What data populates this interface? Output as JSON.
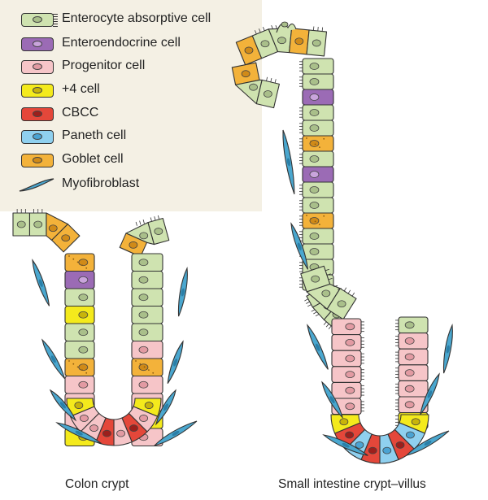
{
  "legend": {
    "items": [
      {
        "key": "enterocyte",
        "label": "Enterocyte absorptive cell",
        "color": "#cfe3b0",
        "nucleus": "#a9bf8a"
      },
      {
        "key": "enteroendocrine",
        "label": "Enteroendocrine cell",
        "color": "#9b6bb5",
        "nucleus": "#c9a4dc"
      },
      {
        "key": "progenitor",
        "label": "Progenitor cell",
        "color": "#f6c5c8",
        "nucleus": "#e29aa2"
      },
      {
        "key": "plus4",
        "label": "+4 cell",
        "color": "#f4ea1c",
        "nucleus": "#c8b40a"
      },
      {
        "key": "cbcc",
        "label": "CBCC",
        "color": "#e4473a",
        "nucleus": "#9c1f1c"
      },
      {
        "key": "paneth",
        "label": "Paneth cell",
        "color": "#8fd0ef",
        "nucleus": "#4aa3d3"
      },
      {
        "key": "goblet",
        "label": "Goblet cell",
        "color": "#f3b23a",
        "nucleus": "#d08a18"
      },
      {
        "key": "myofibroblast",
        "label": "Myofibroblast",
        "color": "#4aa7cf",
        "nucleus": "#2a7fa8"
      }
    ]
  },
  "captions": {
    "colon": "Colon crypt",
    "small_intestine": "Small intestine crypt–villus"
  }
}
